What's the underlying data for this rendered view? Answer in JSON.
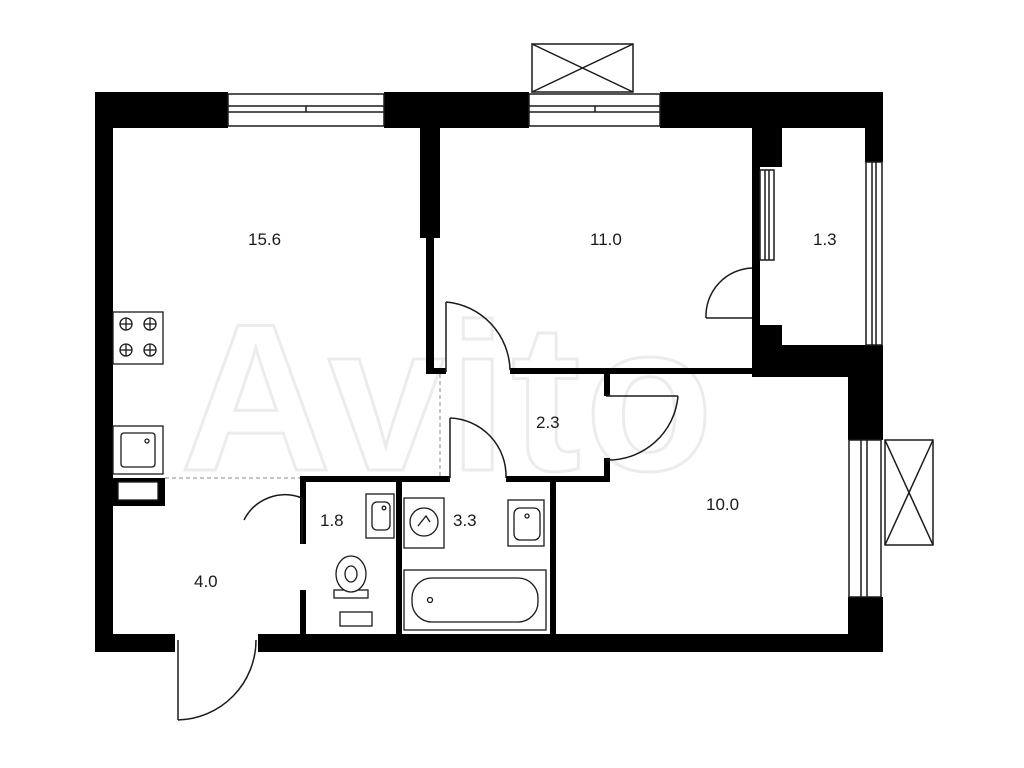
{
  "rooms": [
    {
      "id": "kitchen-living",
      "area": "15.6"
    },
    {
      "id": "bedroom",
      "area": "11.0"
    },
    {
      "id": "balcony-small",
      "area": "1.3"
    },
    {
      "id": "corridor",
      "area": "2.3"
    },
    {
      "id": "wc",
      "area": "1.8"
    },
    {
      "id": "bathroom",
      "area": "3.3"
    },
    {
      "id": "bedroom-2",
      "area": "10.0"
    },
    {
      "id": "hall",
      "area": "4.0"
    }
  ],
  "watermark": "Avito",
  "colors": {
    "wall": "#000000",
    "line": "#1a1a1a",
    "background": "#ffffff",
    "fixture_fill": "#ffffff"
  }
}
